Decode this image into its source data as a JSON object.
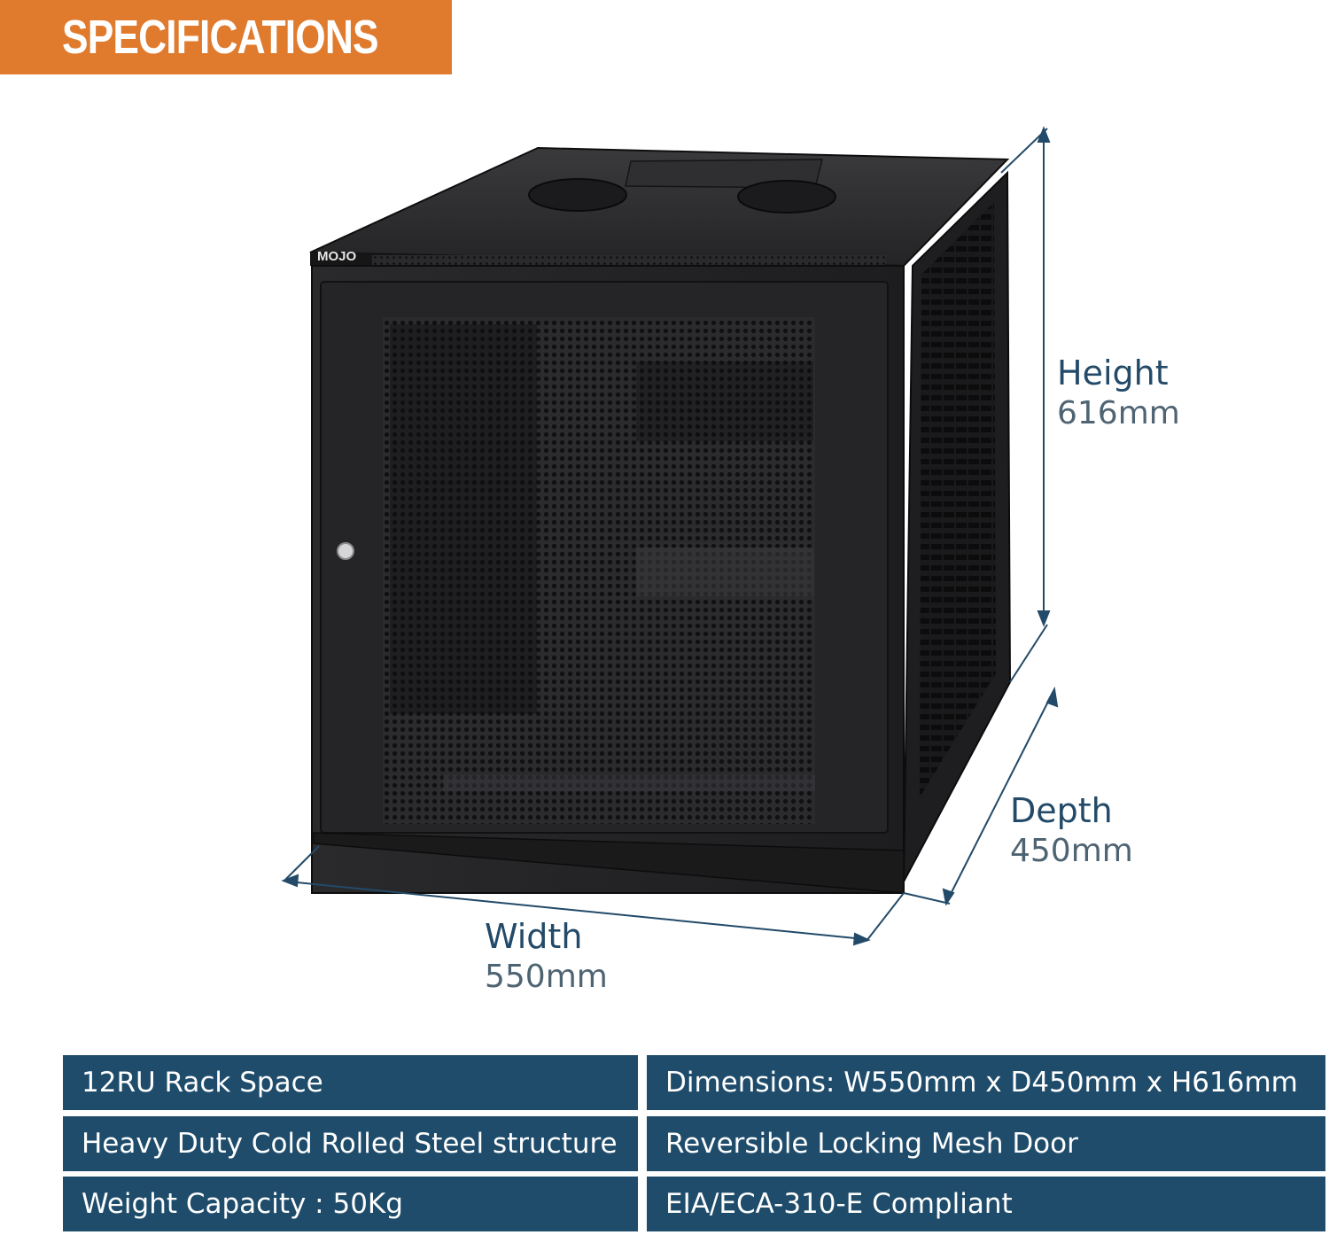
{
  "header": {
    "title": "SPECIFICATIONS"
  },
  "product": {
    "brand": "MOJO"
  },
  "dimensions": {
    "height": {
      "label": "Height",
      "value": "616mm"
    },
    "depth": {
      "label": "Depth",
      "value": "450mm"
    },
    "width": {
      "label": "Width",
      "value": "550mm"
    }
  },
  "specs": [
    "12RU Rack Space",
    "Dimensions: W550mm x D450mm x H616mm",
    "Heavy Duty Cold Rolled Steel structure",
    "Reversible Locking Mesh Door",
    "Weight Capacity : 50Kg",
    "EIA/ECA-310-E Compliant"
  ],
  "colors": {
    "banner": "#e07b2e",
    "spec_bar": "#1f4c6b",
    "label_text": "#234a68",
    "cabinet": "#1c1c1e"
  }
}
